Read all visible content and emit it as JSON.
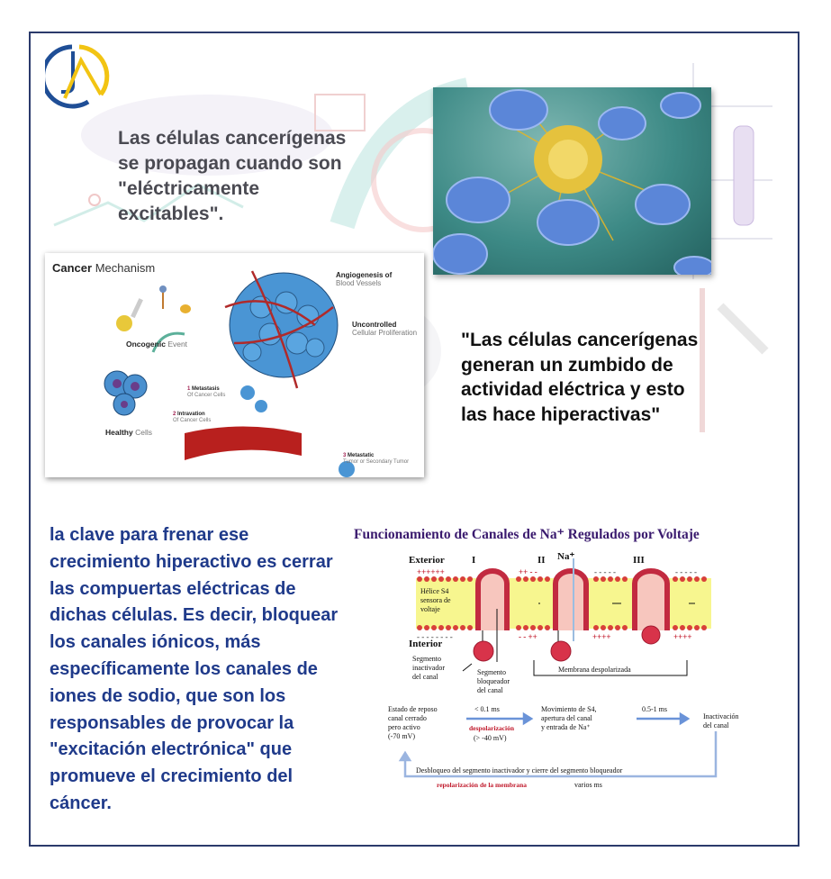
{
  "logo": {
    "letters": "JA",
    "colors": {
      "blue": "#1f4e96",
      "yellow": "#f2c413"
    }
  },
  "intro_text": [
    "Las células cancerígenas",
    "se propagan cuando son",
    "\"eléctricamente",
    "excitables\"."
  ],
  "quote_text": [
    "\"Las células cancerígenas",
    "generan un zumbido de",
    "actividad eléctrica y esto",
    "las hace hiperactivas\""
  ],
  "body_text": [
    "la clave para frenar ese",
    "crecimiento hiperactivo es cerrar",
    "las compuertas eléctricas de",
    "dichas células. Es decir, bloquear",
    "los canales iónicos, más",
    "específicamente los canales de",
    "iones de sodio, que son los",
    "responsables de provocar la",
    "\"excitación electrónica\" que",
    "promueve el crecimiento del",
    "cáncer."
  ],
  "mechanism": {
    "title_bold": "Cancer",
    "title_light": "Mechanism",
    "oncogenic": {
      "bold": "Oncogenic",
      "light": "Event"
    },
    "healthy": {
      "bold": "Healthy",
      "light": "Cells"
    },
    "angiogenesis": {
      "bold": "Angiogenesis of",
      "light": "Blood Vessels"
    },
    "uncontrolled": {
      "bold": "Uncontrolled",
      "light": "Cellular Proliferation"
    },
    "steps": [
      {
        "num": "1",
        "bold": "Metastasis",
        "light": "Of Cancer Cells"
      },
      {
        "num": "2",
        "bold": "Intravation",
        "light": "Of Cancer Cells"
      },
      {
        "num": "3",
        "bold": "Metastatic",
        "light": "Tumor or Secondary Tumor"
      }
    ]
  },
  "diagram": {
    "title": "Funcionamiento de Canales de Na⁺ Regulados por Voltaje",
    "exterior": "Exterior",
    "interior": "Interior",
    "stages": [
      "I",
      "II",
      "III"
    ],
    "na": "Na⁺",
    "helix": [
      "Hélice S4",
      "sensora de",
      "voltaje"
    ],
    "inactivator": [
      "Segmento",
      "inactivador",
      "del canal"
    ],
    "blocker": [
      "Segmento",
      "bloqueador",
      "del canal"
    ],
    "depolarized": "Membrana despolarizada",
    "charges": {
      "plus6": "++++++",
      "s2": "++ - -",
      "s3": "- - - - -",
      "s4": "- - - - -",
      "i1": "- - - - - - - -",
      "i2": "- - ++",
      "i3": "++++",
      "i4": "++++"
    },
    "rest": [
      "Estado de reposo",
      "canal cerrado",
      "pero activo",
      "(-70 mV)"
    ],
    "t1": "< 0.1 ms",
    "depol": "despolarización",
    "v1": "(> -40 mV)",
    "movement": [
      "Movimiento de S4,",
      "apertura del canal",
      "y entrada de Na⁺"
    ],
    "t2": "0.5-1 ms",
    "inactivation": [
      "Inactivación",
      "del canal"
    ],
    "unblock": "Desbloqueo del segmento inactivador y cierre del segmento bloqueador",
    "repol": "repolarización de la membrana",
    "t3": "varios ms"
  }
}
